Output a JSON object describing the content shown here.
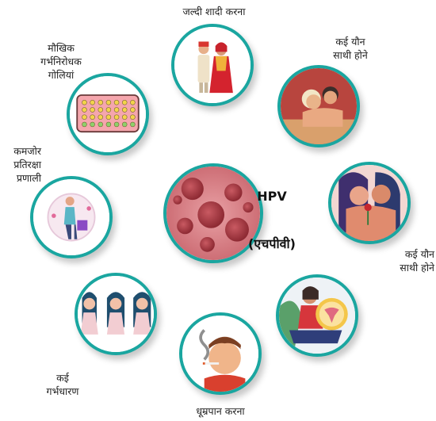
{
  "center": {
    "title": "HPV",
    "subtitle": "(एचपीवी)"
  },
  "factors": {
    "early_marriage": "जल्दी शादी करना",
    "many_partners_top": "कई यौन\nसाथी होने",
    "many_partners_right": "कई यौन\nसाथी होने",
    "smoking": "धूम्रपान करना",
    "many_pregnancies": "कई\nगर्भधारण",
    "weak_immunity": "कमजोर\nप्रतिरक्षा\nप्रणाली",
    "oral_contraceptives": "मौखिक\nगर्भनिरोधक\nगोलियां"
  },
  "colors": {
    "ring": "#1aa6a0",
    "virus": "#b8454d"
  }
}
